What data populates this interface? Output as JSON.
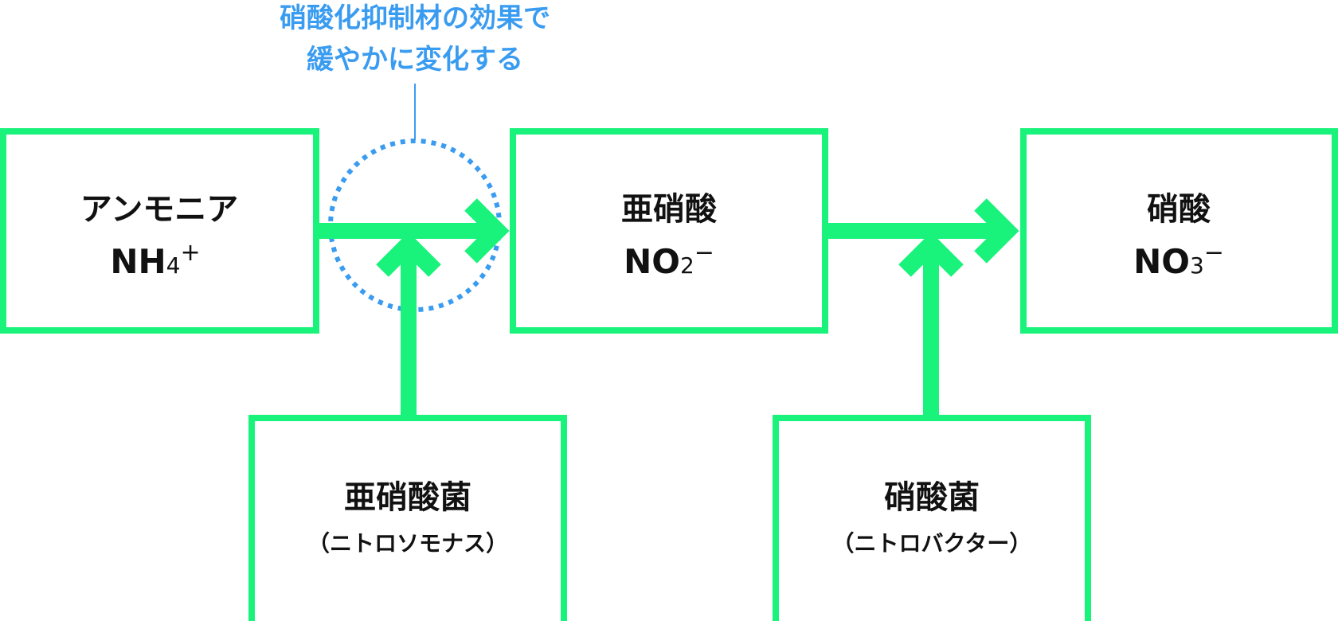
{
  "colors": {
    "box_border": "#19f27b",
    "arrow": "#19f27b",
    "note": "#3a9cf0",
    "text": "#111111"
  },
  "annotation": {
    "line1": "硝酸化抑制材の効果で",
    "line2": "緩やかに変化する"
  },
  "boxes": {
    "ammonia": {
      "title": "アンモニア",
      "formula": "NH",
      "formula_sub": "4",
      "formula_charge": "+"
    },
    "nitrite": {
      "title": "亜硝酸",
      "formula": "NO",
      "formula_sub": "2",
      "formula_charge": "−"
    },
    "nitrate": {
      "title": "硝酸",
      "formula": "NO",
      "formula_sub": "3",
      "formula_charge": "−"
    },
    "nitrite_bacteria": {
      "title": "亜硝酸菌",
      "subtitle": "（ニトロソモナス）"
    },
    "nitrate_bacteria": {
      "title": "硝酸菌",
      "subtitle": "（ニトロバクター）"
    }
  }
}
